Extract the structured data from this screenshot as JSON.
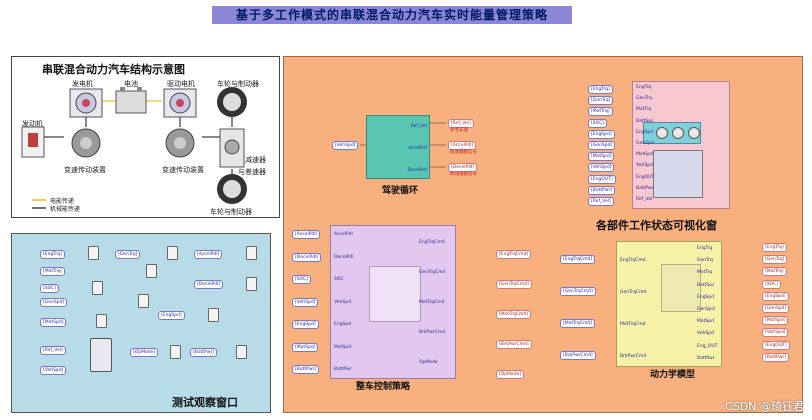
{
  "title": "基于多工作模式的串联混合动力汽车实时能量管理策略",
  "struct": {
    "title": "串联混合动力汽车结构示意图",
    "labels": {
      "generator": "发电机",
      "battery": "电池",
      "drive_motor": "驱动电机",
      "wheel_brake": "车轮与制动器",
      "engine": "发动机",
      "gearbox_left": "变速传动装置",
      "gearbox_right": "变速传动装置",
      "main_reducer": "主减速器",
      "differential": "与差速器",
      "wheel_brake_bottom": "车轮与制动器"
    },
    "legend": {
      "electric": "电能传递",
      "mechanical": "机械能传递"
    },
    "colors": {
      "electric": "#e8c020",
      "mechanical": "#111111"
    }
  },
  "test_window": {
    "caption": "测试观察窗口",
    "ports": [
      "[EngTrq]",
      "[GenTrq]",
      "[AccelPdl]",
      "[MotTrq]",
      "[DecelPdl]",
      "[SOC]",
      "[GenSpd]",
      "[EngSpd]",
      "[MotSpd]",
      "[Ref_Vel]",
      "[OpMode]",
      "[BattPwr]",
      "[VehSpd]"
    ]
  },
  "driver": {
    "caption": "驾驶循环",
    "in": "[VehSpd]",
    "ports": [
      "Ref_Vel",
      "AccelPdl",
      "DecelPdl"
    ],
    "outs": [
      "[Ref_Vel]",
      "[AccelPdl]",
      "[DecelPdl]"
    ],
    "out_notes": [
      "参考车速",
      "加速踏板信号",
      "制动踏板信号"
    ]
  },
  "visual": {
    "caption": "各部件工作状态可视化窗",
    "ins": [
      "[EngTrq]",
      "[GenTrq]",
      "[MotTrq]",
      "[SOC]",
      "[EngSpd]",
      "[GenSpd]",
      "[MotSpd]",
      "[VehSpd]",
      "[EngOUT]",
      "[BattPwr]",
      "[Ref_Vel]"
    ],
    "ports": [
      "EngTrq",
      "GenTrq",
      "MotTrq",
      "BattSoc",
      "EngSpd",
      "GenSpd",
      "MotSpd",
      "VehSpd",
      "EngOUT",
      "BattPwr",
      "Ref_Vel"
    ]
  },
  "control": {
    "caption": "整车控制策略",
    "ins": [
      "[AccelPdl]",
      "[DecelPdl]",
      "[SOC]",
      "[VehSpd]",
      "[EngSpd]",
      "[MotSpd]",
      "[BattPwr]"
    ],
    "in_ports": [
      "AccelPdl",
      "DecelPdl",
      "SOC",
      "VehSpd",
      "EngSpd",
      "MotSpd",
      "BattPwr"
    ],
    "out_ports": [
      "EngTrqCmd",
      "GenTrqCmd",
      "MotTrqCmd",
      "BrkPwrCmd",
      "OpMode"
    ],
    "outs": [
      "[EngTrqCmd]",
      "[GenTrqCmd]",
      "[MotTrqCmd]",
      "[BrkPwrCmd]",
      "[OpMode]"
    ]
  },
  "dynamics": {
    "caption": "动力学模型",
    "ins": [
      "[EngTrqCmd]",
      "[GenTrqCmd]",
      "[MotTrqCmd]",
      "[BrkPwrCmd]"
    ],
    "in_ports": [
      "EngTrqCmd",
      "GenTrqCmd",
      "MotTrqCmd",
      "BrkPwrCmd"
    ],
    "out_ports": [
      "EngTrq",
      "GenTrq",
      "MotTrq",
      "BattSoc",
      "EngSpd",
      "GenSpd",
      "MotSpd",
      "VehSpd",
      "Eng_OUT",
      "BattPwr"
    ],
    "outs": [
      "[EngTrq]",
      "[GenTrq]",
      "[MotTrq]",
      "[SOC]",
      "[EngSpd]",
      "[GenSpd]",
      "[MotSpd]",
      "[VehSpd]",
      "[EngOUT]",
      "[BattPwr]"
    ]
  },
  "watermark": "CSDN @琦钰君"
}
